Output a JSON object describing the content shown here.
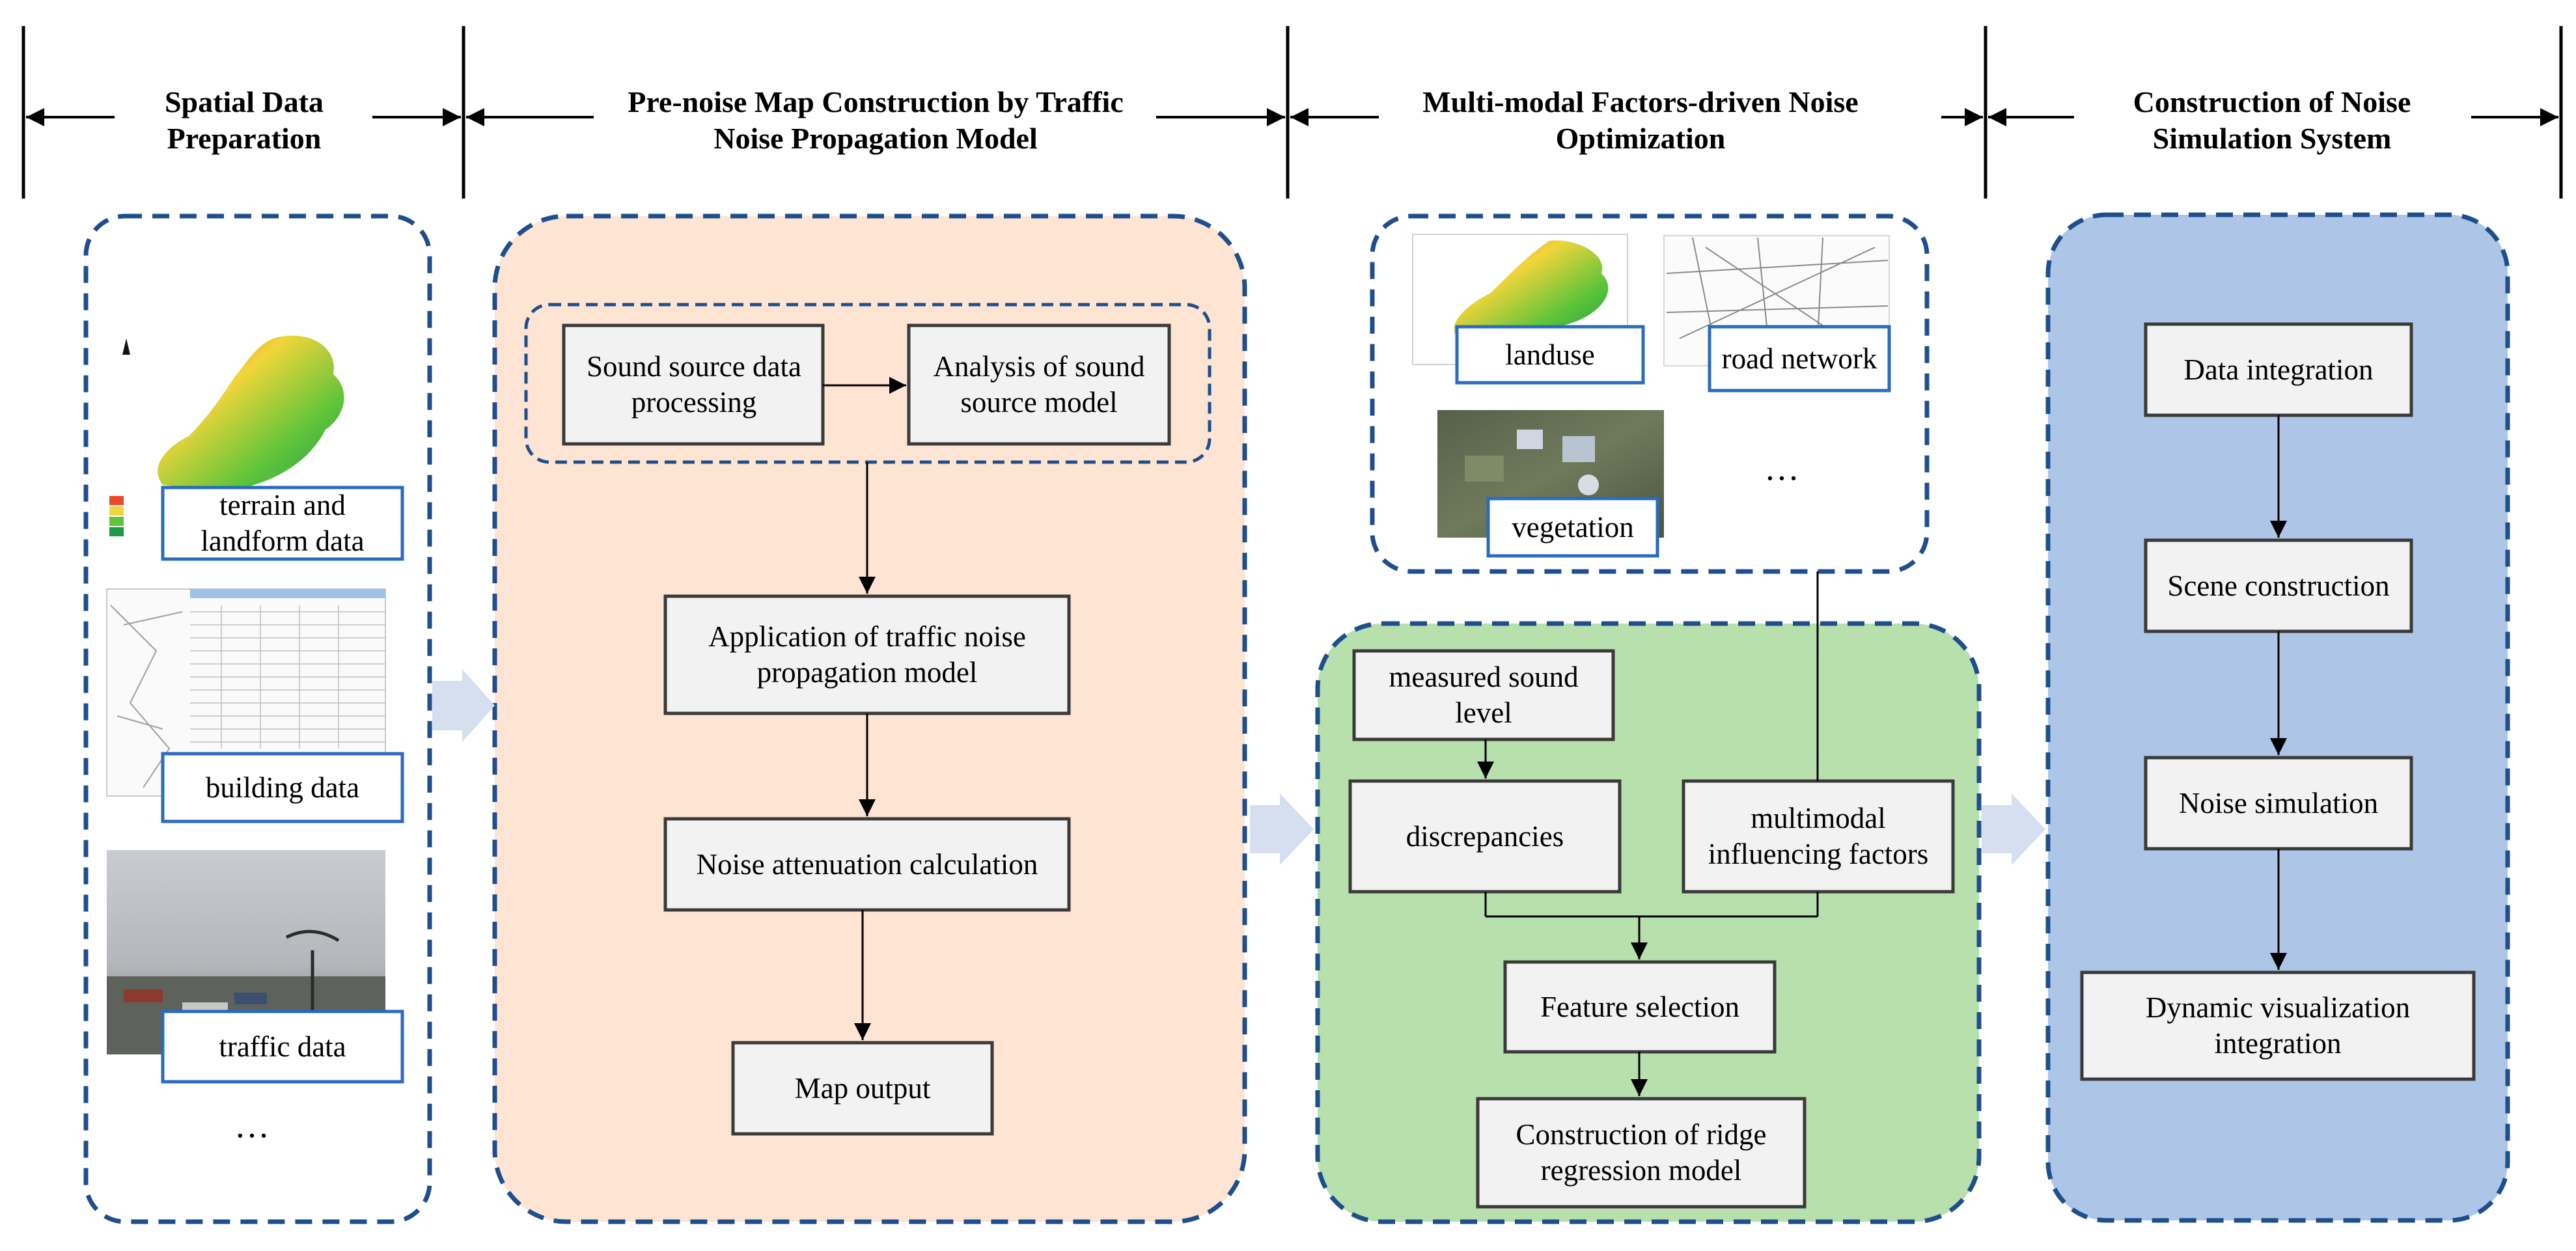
{
  "colors": {
    "dash_border": "#1f4e8c",
    "panel_orange": "#fde4d3",
    "panel_green": "#b8e0ad",
    "panel_blue": "#adc5e7",
    "box_fill": "#f2f2f2",
    "box_stroke": "#3a3a3a",
    "label_stroke": "#2a6bc0",
    "flow_arrow": "#d5dff0"
  },
  "headers": [
    {
      "text": "Spatial Data Preparation"
    },
    {
      "text": "Pre-noise Map Construction by Traffic Noise Propagation Model"
    },
    {
      "text": "Multi-modal Factors-driven Noise Optimization"
    },
    {
      "text": "Construction of Noise Simulation System"
    }
  ],
  "spatial": {
    "labels": [
      {
        "text": "terrain and landform data",
        "image": "terrain-map-thumbnail"
      },
      {
        "text": "building data",
        "image": "building-table-thumbnail"
      },
      {
        "text": "traffic data",
        "image": "traffic-photo-thumbnail"
      }
    ],
    "ellipsis": "…"
  },
  "prenoise": {
    "sound_source_processing": "Sound source data processing",
    "sound_source_model": "Analysis of sound source model",
    "propagation_model": "Application of traffic noise propagation model",
    "attenuation": "Noise attenuation calculation",
    "map_output": "Map output"
  },
  "multimodal": {
    "labels": [
      {
        "text": "landuse",
        "image": "landuse-map-thumbnail"
      },
      {
        "text": "road network",
        "image": "road-network-thumbnail"
      },
      {
        "text": "vegetation",
        "image": "satellite-image-thumbnail"
      }
    ],
    "ellipsis": "…",
    "measured": "measured sound level",
    "discrepancies": "discrepancies",
    "influencing": "multimodal influencing factors",
    "feature_selection": "Feature selection",
    "ridge": "Construction of ridge regression model"
  },
  "simulation": {
    "data_integration": "Data integration",
    "scene": "Scene construction",
    "noise_sim": "Noise simulation",
    "dynamic": "Dynamic visualization integration"
  }
}
